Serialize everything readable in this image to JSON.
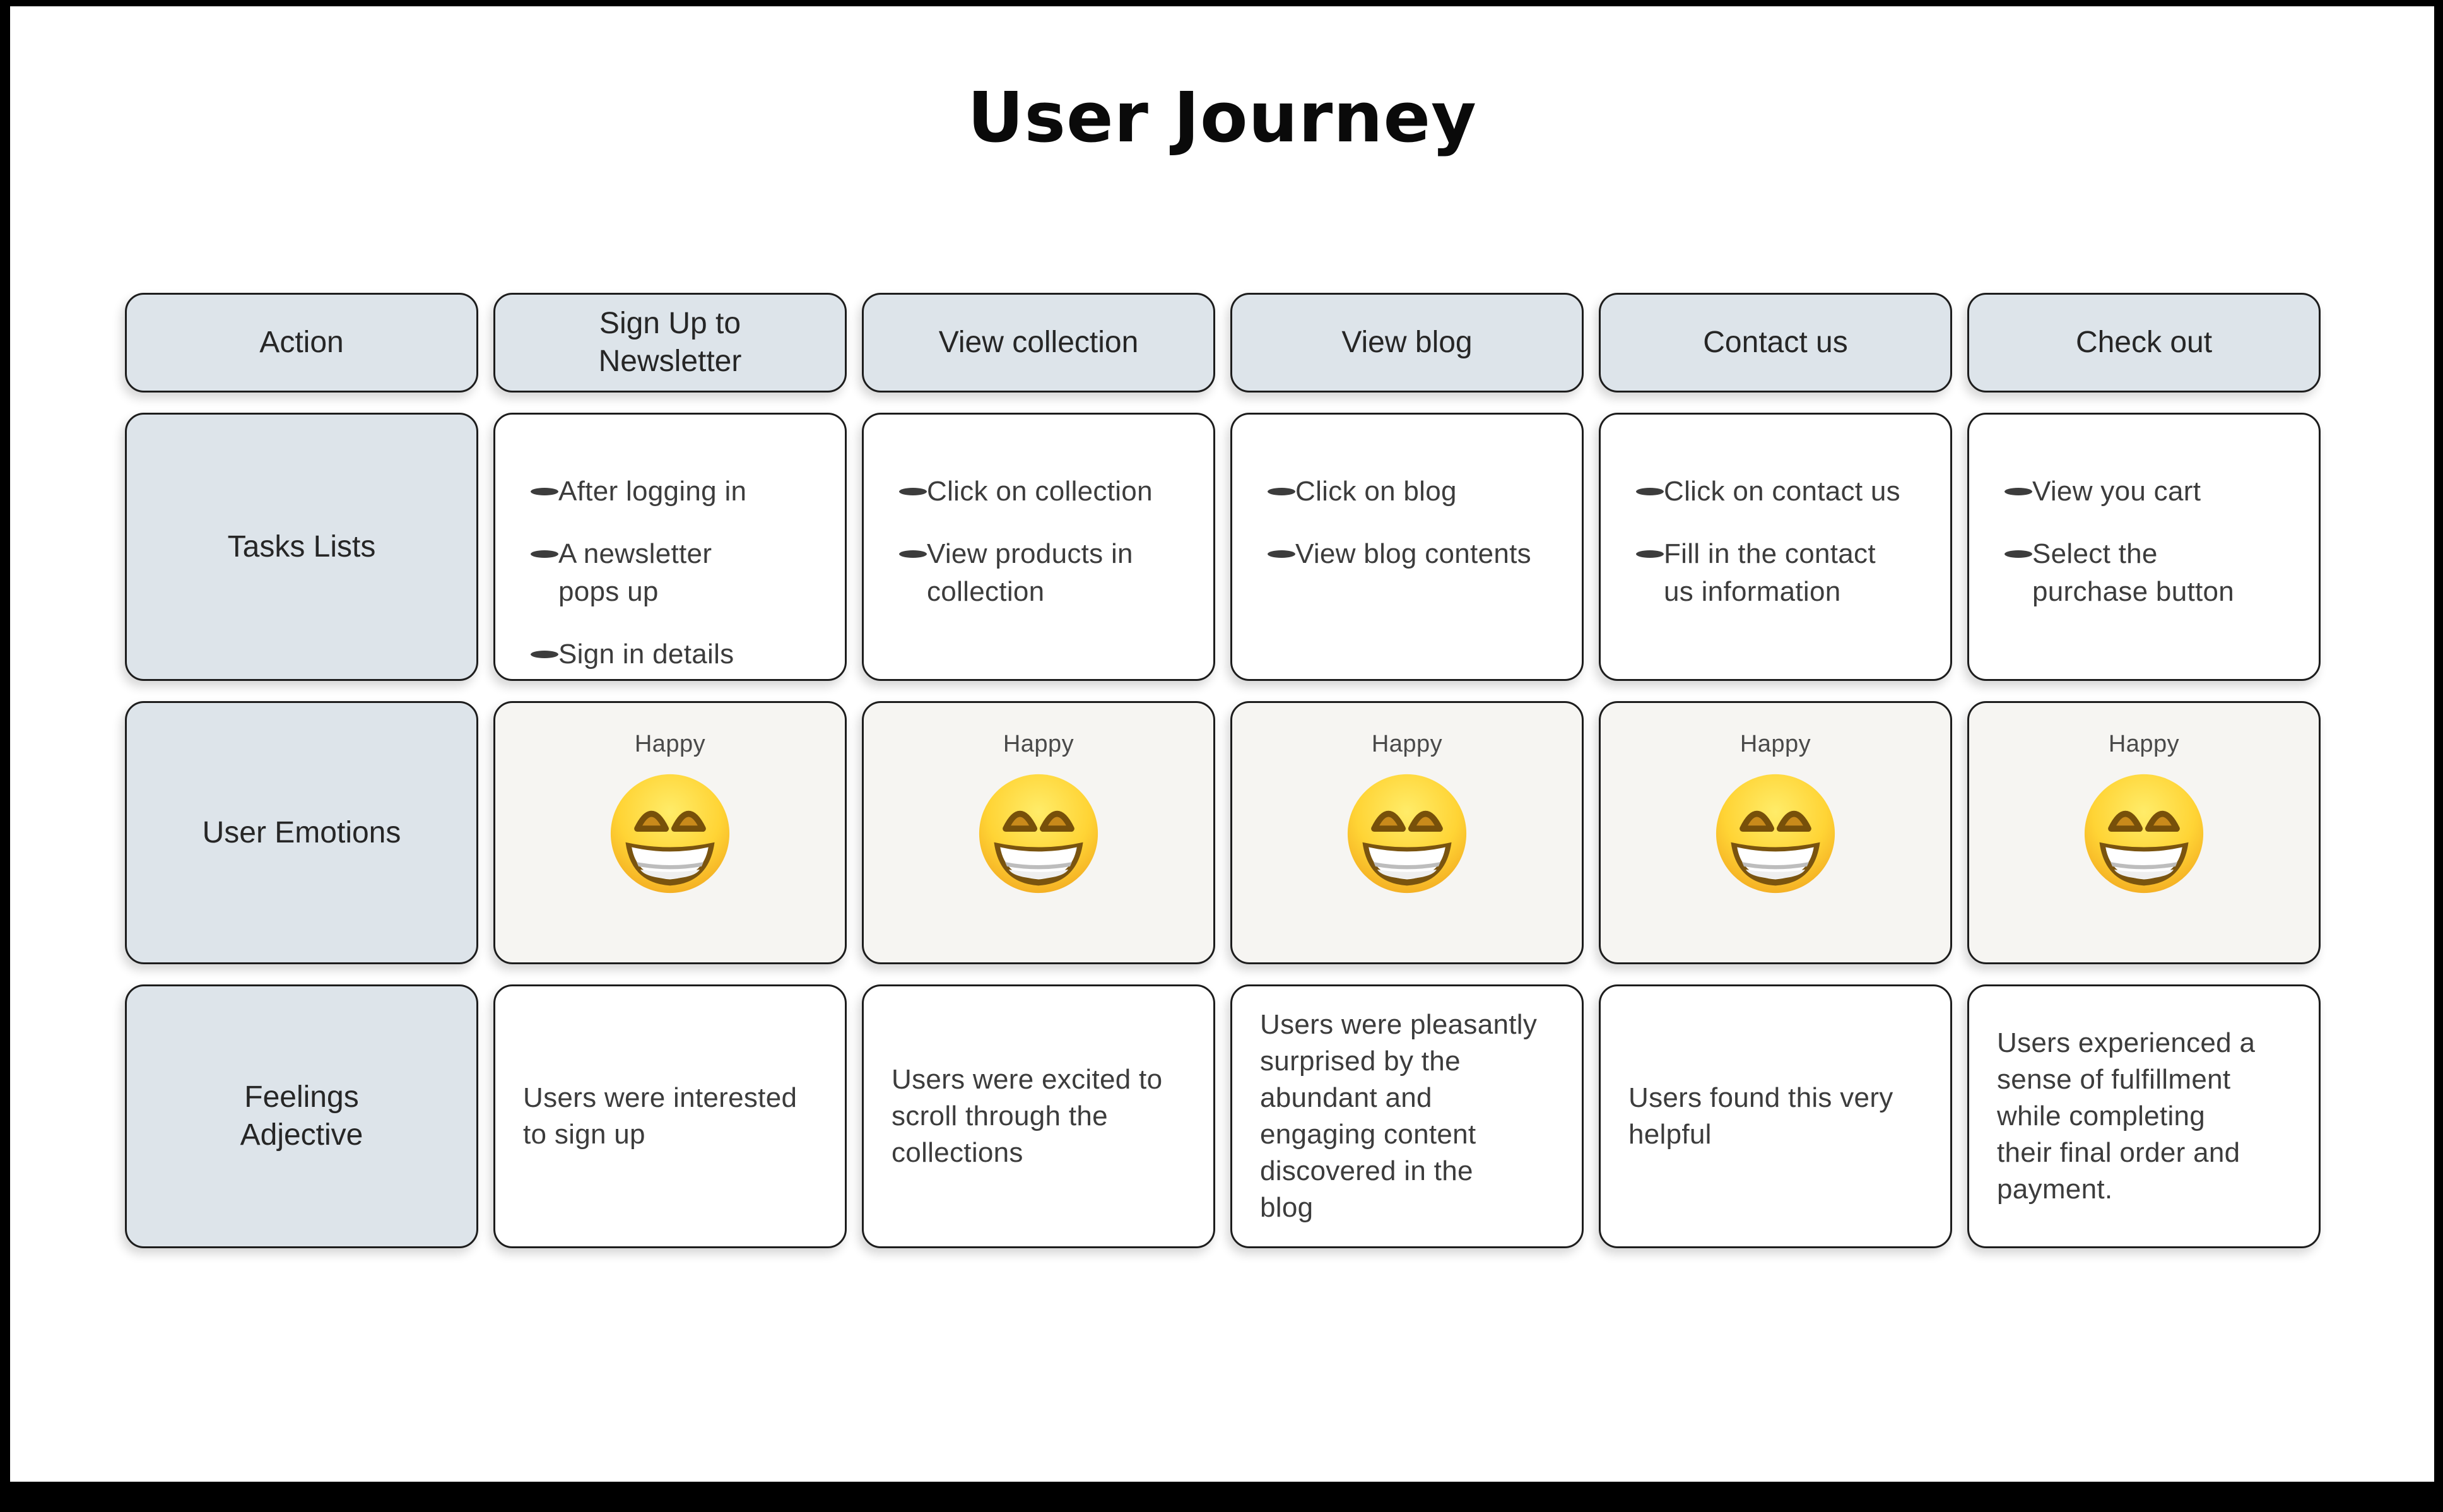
{
  "title": "User Journey",
  "grid": {
    "corner_header": "Action",
    "row_labels": {
      "tasks": "Tasks Lists",
      "emotions": "User Emotions",
      "feelings": "Feelings\nAdjective"
    },
    "stages": [
      {
        "name": "Sign Up to\nNewsletter",
        "tasks": [
          "After logging in",
          "A newsletter\npops up",
          "Sign in details"
        ],
        "emotion": {
          "label": "Happy",
          "icon": "beaming-face-with-smiling-eyes-emoji"
        },
        "feeling": "Users were interested\nto sign up"
      },
      {
        "name": "View collection",
        "tasks": [
          "Click on collection",
          "View products in\ncollection"
        ],
        "emotion": {
          "label": "Happy",
          "icon": "beaming-face-with-smiling-eyes-emoji"
        },
        "feeling": "Users were excited to\nscroll through the\ncollections"
      },
      {
        "name": "View blog",
        "tasks": [
          "Click on blog",
          "View blog contents"
        ],
        "emotion": {
          "label": "Happy",
          "icon": "beaming-face-with-smiling-eyes-emoji"
        },
        "feeling": "Users were pleasantly\nsurprised by the\nabundant and\nengaging content\ndiscovered in the\nblog"
      },
      {
        "name": "Contact us",
        "tasks": [
          "Click on contact us",
          "Fill in the contact\nus information"
        ],
        "emotion": {
          "label": "Happy",
          "icon": "beaming-face-with-smiling-eyes-emoji"
        },
        "feeling": "Users found this very\nhelpful"
      },
      {
        "name": "Check out",
        "tasks": [
          "View you cart",
          "Select the\npurchase button"
        ],
        "emotion": {
          "label": "Happy",
          "icon": "beaming-face-with-smiling-eyes-emoji"
        },
        "feeling": "Users experienced a\nsense of fulfillment\nwhile completing\ntheir final order and\npayment."
      }
    ]
  },
  "colors": {
    "label_cell_bg": "#dde4ea",
    "content_cell_bg": "#ffffff",
    "emotion_cell_bg": "#f6f5f2",
    "cell_border": "#1d1d1d",
    "text": "#3c3c3c",
    "emoji_yellow": "#ffd435",
    "frame": "#000000"
  }
}
